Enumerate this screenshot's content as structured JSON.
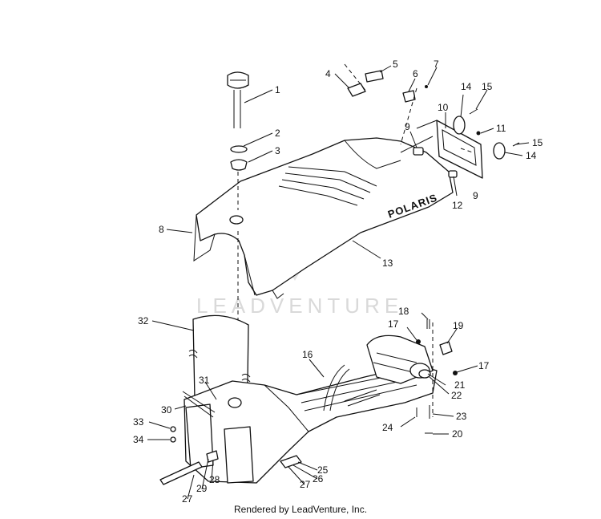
{
  "diagram": {
    "callouts": [
      "1",
      "2",
      "3",
      "4",
      "5",
      "6",
      "7",
      "8",
      "9",
      "9",
      "10",
      "11",
      "12",
      "13",
      "14",
      "14",
      "15",
      "15",
      "16",
      "17",
      "17",
      "18",
      "19",
      "20",
      "21",
      "22",
      "23",
      "24",
      "25",
      "26",
      "27",
      "27",
      "28",
      "29",
      "30",
      "31",
      "32",
      "33",
      "34"
    ],
    "seat_brand": "POLARIS",
    "watermark": "LEADVENTURE"
  },
  "footer": {
    "text": "Rendered by LeadVenture, Inc."
  }
}
